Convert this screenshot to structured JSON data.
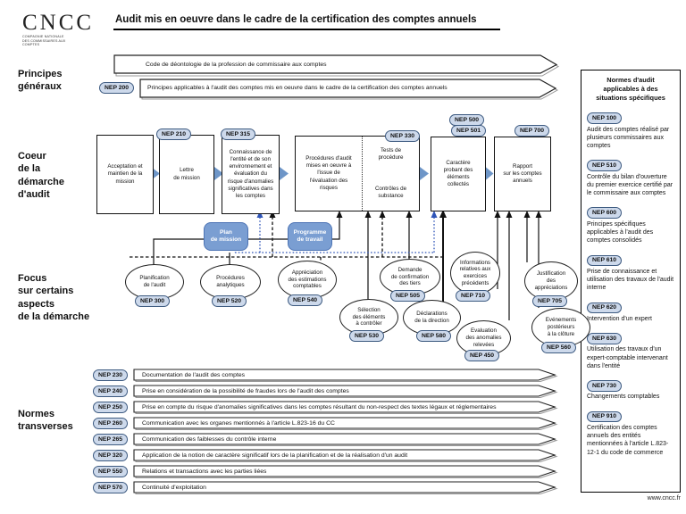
{
  "header": {
    "logo_text": "CNCC",
    "logo_subtext": "COMPAGNIE NATIONALE DES COMMISSAIRES AUX COMPTES",
    "title": "Audit mis en oeuvre dans le cadre de la certification des comptes annuels"
  },
  "section_labels": {
    "principes": "Principes\ngénéraux",
    "coeur": "Coeur\nde la\ndémarche\nd'audit",
    "focus": "Focus\nsur certains\naspects\nde la démarche",
    "transverses": "Normes\ntransverses"
  },
  "principes": {
    "arrow1": {
      "text": "Code de déontologie de la profession de commissaire aux comptes"
    },
    "arrow2": {
      "badge": "NEP 200",
      "text": "Principes applicables à l'audit des comptes mis en oeuvre dans le cadre de la certification des comptes annuels"
    }
  },
  "flow": {
    "box1": {
      "label": "Acceptation et\nmaintien de la\nmission"
    },
    "box2": {
      "badge": "NEP 210",
      "label": "Lettre\nde mission"
    },
    "box3": {
      "badge": "NEP 315",
      "label": "Connaissance de\nl'entité et de son\nenvironnement et\névaluation du\nrisque d'anomalies\nsignificatives dans\nles comptes"
    },
    "box4": {
      "badge": "NEP 330",
      "left_label": "Procédures d'audit\nmises en oeuvre à\nl'issue de\nl'évaluation des\nrisques",
      "top_label": "Tests de\nprocédure",
      "bottom_label": "Contrôles de\nsubstance"
    },
    "box5": {
      "badge1": "NEP 500",
      "badge2": "NEP 501",
      "label": "Caractère\nprobant des\néléments\ncollectés"
    },
    "box6": {
      "badge": "NEP 700",
      "label": "Rapport\nsur les comptes\nannuels"
    },
    "plan_box": "Plan\nde mission",
    "program_box": "Programme\nde travail"
  },
  "ovals": [
    {
      "label": "Planification\nde l'audit",
      "badge": "NEP 300"
    },
    {
      "label": "Procédures\nanalytiques",
      "badge": "NEP 520"
    },
    {
      "label": "Appréciation\ndes estimations\ncomptables",
      "badge": "NEP 540"
    },
    {
      "label": "Sélection\ndes éléments\nà contrôler",
      "badge": "NEP 530"
    },
    {
      "label": "Demande\nde confirmation\ndes tiers",
      "badge": "NEP 505"
    },
    {
      "label": "Déclarations\nde la direction",
      "badge": "NEP 580"
    },
    {
      "label": "Informations\nrelatives aux\nexercices\nprécédents",
      "badge": "NEP 710"
    },
    {
      "label": "Evaluation\ndes anomalies\nrelevées",
      "badge": "NEP 450"
    },
    {
      "label": "Justification\ndes\nappréciations",
      "badge": "NEP 705"
    },
    {
      "label": "Evénements\npostérieurs\nà la clôture",
      "badge": "NEP 560"
    }
  ],
  "transverse": [
    {
      "badge": "NEP 230",
      "text": "Documentation de l'audit des comptes"
    },
    {
      "badge": "NEP 240",
      "text": "Prise en considération de la possibilité de fraudes lors de l'audit des comptes"
    },
    {
      "badge": "NEP 250",
      "text": "Prise en compte du risque d'anomalies significatives dans les comptes résultant du non-respect des textes légaux et réglementaires"
    },
    {
      "badge": "NEP 260",
      "text": "Communication avec les organes mentionnés à l'article L.823-16 du CC"
    },
    {
      "badge": "NEP 265",
      "text": "Communication des faiblesses du contrôle interne"
    },
    {
      "badge": "NEP 320",
      "text": "Application de la notion de caractère significatif lors de la planification et de la réalisation d'un audit"
    },
    {
      "badge": "NEP 550",
      "text": "Relations et transactions avec les parties liées"
    },
    {
      "badge": "NEP 570",
      "text": "Continuité d'exploitation"
    }
  ],
  "sidebar": {
    "title": "Normes d'audit\napplicables à des\nsituations spécifiques",
    "items": [
      {
        "badge": "NEP 100",
        "text": "Audit des comptes réalisé par plusieurs commissaires aux comptes"
      },
      {
        "badge": "NEP 510",
        "text": "Contrôle du bilan d'ouverture du premier exercice certifié par le commissaire aux comptes"
      },
      {
        "badge": "NEP 600",
        "text": "Principes spécifiques applicables à l'audit des comptes consolidés"
      },
      {
        "badge": "NEP 610",
        "text": "Prise de connaissance et utilisation des travaux de l'audit interne"
      },
      {
        "badge": "NEP 620",
        "text": "Intervention d'un expert"
      },
      {
        "badge": "NEP 630",
        "text": "Utilisation des travaux d'un expert-comptable intervenant dans l'entité"
      },
      {
        "badge": "NEP 730",
        "text": "Changements comptables"
      },
      {
        "badge": "NEP 910",
        "text": "Certification des comptes annuels des entités mentionnées à l'article L.823-12-1 du code de commerce"
      }
    ]
  },
  "footer": {
    "url": "www.cncc.fr"
  },
  "colors": {
    "badge_fill": "#cdd9eb",
    "badge_border": "#3d5a80",
    "blue_box_fill": "#7a9ed2",
    "blue_box_border": "#4d74b5",
    "flow_triangle": "#6e96c8",
    "dotted_line_blue": "#2f55b8"
  }
}
